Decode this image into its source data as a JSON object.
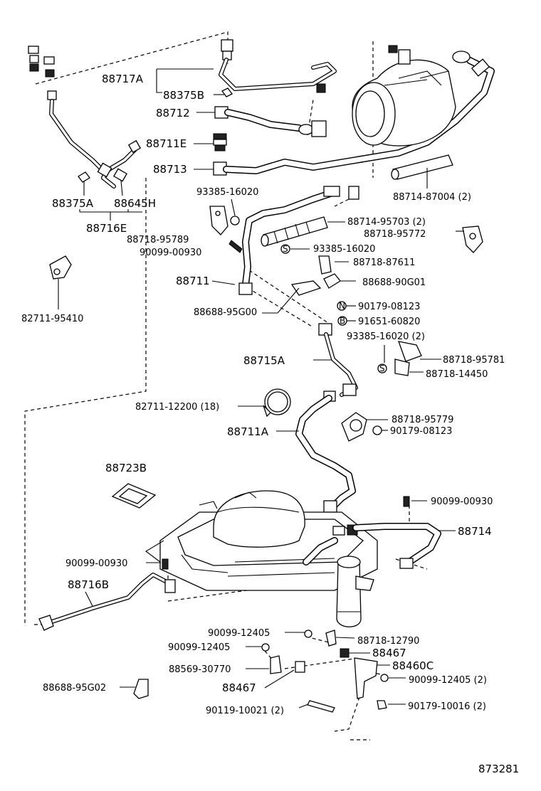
{
  "diagram_number": "873281",
  "labels": {
    "p88717A": "88717A",
    "p88375B": "88375B",
    "p88712": "88712",
    "p88711E": "88711E",
    "p88713": "88713",
    "p88714_87004": "88714-87004 (2)",
    "p93385_16020_a": "93385-16020",
    "p88714_95703": "88714-95703 (2)",
    "p88718_95789": "88718-95789",
    "p88718_95772": "88718-95772",
    "p90099_00930_a": "90099-00930",
    "p93385_16020_b": "93385-16020",
    "p88711": "88711",
    "p88718_87611": "88718-87611",
    "p88688_90G01": "88688-90G01",
    "p88688_95G00": "88688-95G00",
    "p90179_08123_a": "90179-08123",
    "p91651_60820": "91651-60820",
    "p93385_16020_c": "93385-16020 (2)",
    "p88715A": "88715A",
    "p88718_95781": "88718-95781",
    "p88718_14450": "88718-14450",
    "p82711_12200": "82711-12200 (18)",
    "p88718_95779": "88718-95779",
    "p88711A": "88711A",
    "p90179_08123_b": "90179-08123",
    "p88723B": "88723B",
    "p90099_00930_b": "90099-00930",
    "p88714": "88714",
    "p90099_00930_c": "90099-00930",
    "p88716B": "88716B",
    "p88375A": "88375A",
    "p88645H": "88645H",
    "p88716E": "88716E",
    "p82711_95410": "82711-95410",
    "p90099_12405_a": "90099-12405",
    "p88718_12790": "88718-12790",
    "p90099_12405_b": "90099-12405",
    "p88467_a": "88467",
    "p88569_30770": "88569-30770",
    "p88460C": "88460C",
    "p88467_b": "88467",
    "p90099_12405_c": "90099-12405 (2)",
    "p88688_95G02": "88688-95G02",
    "p90179_10016": "90179-10016 (2)",
    "p90119_10021": "90119-10021 (2)"
  }
}
